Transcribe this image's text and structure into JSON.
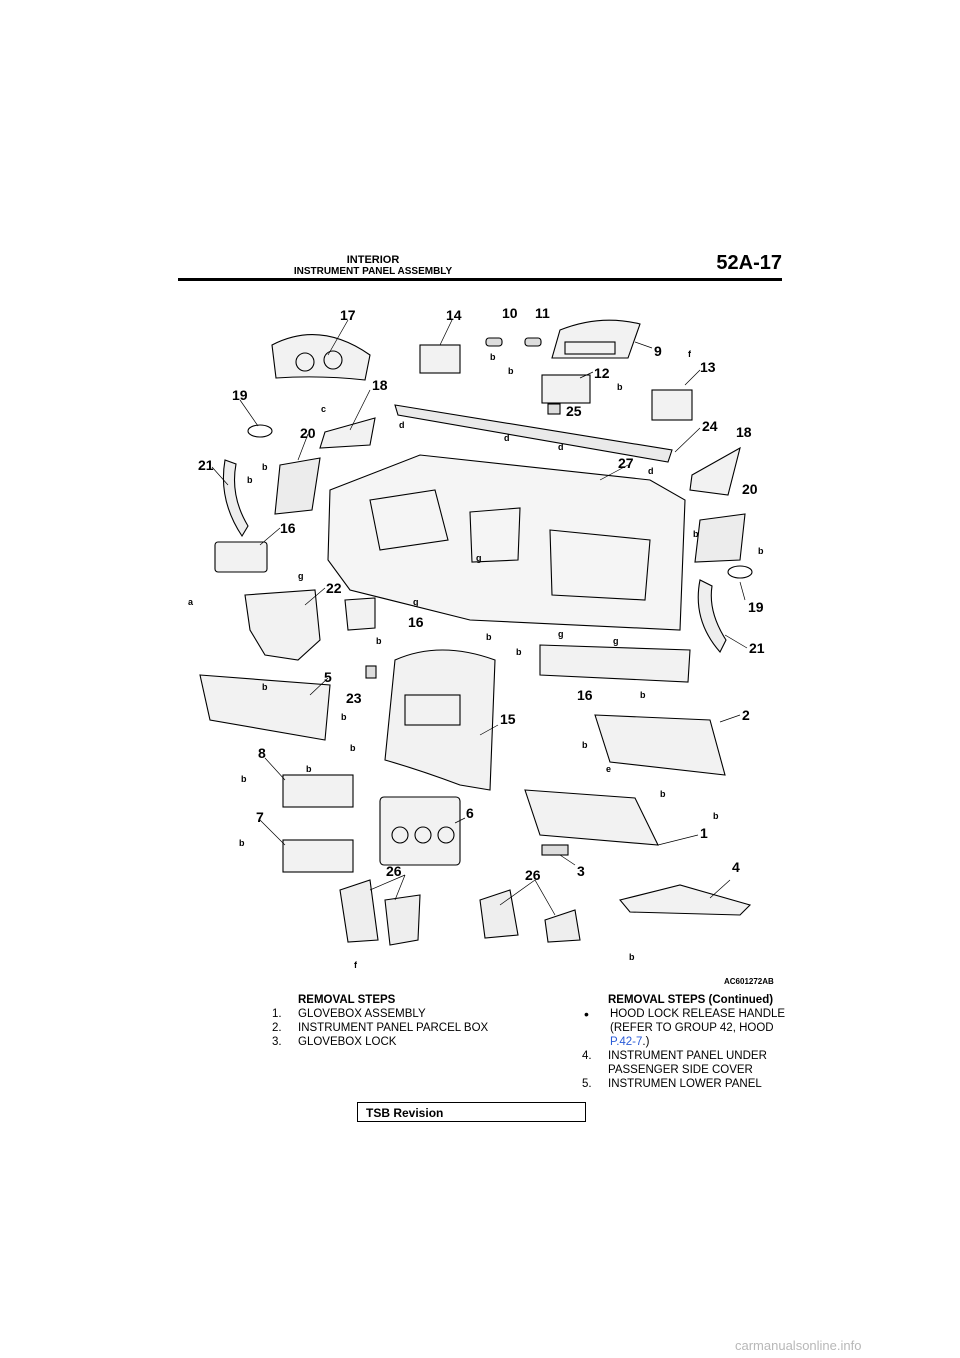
{
  "header": {
    "title": "INTERIOR",
    "subtitle": "INSTRUMENT PANEL ASSEMBLY",
    "page": "52A-17"
  },
  "figure": {
    "code": "AC601272AB",
    "callouts": [
      "17",
      "14",
      "10",
      "11",
      "9",
      "19",
      "18",
      "12",
      "13",
      "25",
      "20",
      "24",
      "18",
      "21",
      "27",
      "20",
      "16",
      "22",
      "19",
      "16",
      "21",
      "16",
      "5",
      "23",
      "15",
      "2",
      "8",
      "6",
      "7",
      "1",
      "26",
      "26",
      "3",
      "4"
    ],
    "fastener_letters": [
      "a",
      "b",
      "c",
      "d",
      "e",
      "f",
      "g"
    ]
  },
  "removal_steps": {
    "heading": "REMOVAL STEPS",
    "items": [
      {
        "num": "1.",
        "text": "GLOVEBOX ASSEMBLY"
      },
      {
        "num": "2.",
        "text": "INSTRUMENT PANEL PARCEL BOX"
      },
      {
        "num": "3.",
        "text": "GLOVEBOX LOCK"
      }
    ]
  },
  "removal_steps_continued": {
    "heading": "REMOVAL STEPS (Continued)",
    "bullet_item": {
      "text": "HOOD LOCK RELEASE HANDLE (REFER TO GROUP 42, HOOD",
      "link": "P.42-7",
      "suffix": ".)"
    },
    "items": [
      {
        "num": "4.",
        "text": "INSTRUMENT PANEL UNDER PASSENGER SIDE COVER"
      },
      {
        "num": "5.",
        "text": "INSTRUMEN LOWER PANEL"
      }
    ]
  },
  "footer": {
    "tsb_label": "TSB Revision",
    "watermark": "carmanualsonline.info"
  }
}
